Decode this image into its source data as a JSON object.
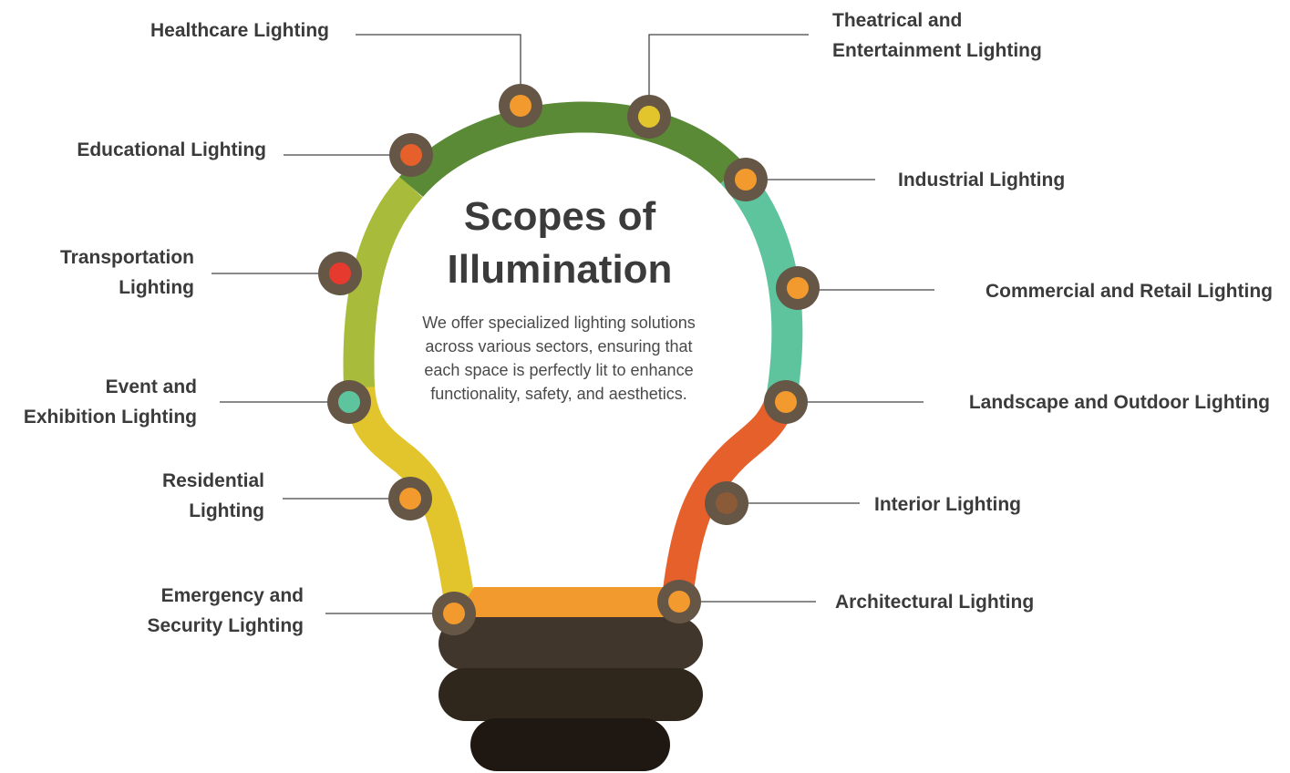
{
  "title": {
    "line1": "Scopes of",
    "line2": "Illumination"
  },
  "description": [
    "We offer specialized lighting solutions",
    "across various sectors, ensuring that",
    "each space is perfectly lit to enhance",
    "functionality, safety, and aesthetics."
  ],
  "sectors": [
    {
      "id": "healthcare",
      "lines": [
        "Healthcare Lighting"
      ],
      "dot_color": "#f29a2e"
    },
    {
      "id": "theatrical",
      "lines": [
        "Theatrical and",
        "Entertainment Lighting"
      ],
      "dot_color": "#e2c52c"
    },
    {
      "id": "educational",
      "lines": [
        "Educational Lighting"
      ],
      "dot_color": "#e5602a"
    },
    {
      "id": "industrial",
      "lines": [
        "Industrial Lighting"
      ],
      "dot_color": "#f29a2e"
    },
    {
      "id": "transportation",
      "lines": [
        "Transportation",
        "Lighting"
      ],
      "dot_color": "#e63a2e"
    },
    {
      "id": "commercial",
      "lines": [
        "Commercial and Retail Lighting"
      ],
      "dot_color": "#f29a2e"
    },
    {
      "id": "event",
      "lines": [
        "Event and",
        "Exhibition Lighting"
      ],
      "dot_color": "#5ec49e"
    },
    {
      "id": "landscape",
      "lines": [
        "Landscape and Outdoor Lighting"
      ],
      "dot_color": "#f29a2e"
    },
    {
      "id": "residential",
      "lines": [
        "Residential",
        "Lighting"
      ],
      "dot_color": "#f29a2e"
    },
    {
      "id": "interior",
      "lines": [
        "Interior Lighting"
      ],
      "dot_color": "#8b5a36"
    },
    {
      "id": "emergency",
      "lines": [
        "Emergency and",
        "Security Lighting"
      ],
      "dot_color": "#f29a2e"
    },
    {
      "id": "architectural",
      "lines": [
        "Architectural Lighting"
      ],
      "dot_color": "#f29a2e"
    }
  ],
  "colors": {
    "bulb_top": "#5a8a36",
    "bulb_left_upper": "#a8bb3a",
    "bulb_left_lower": "#e2c52c",
    "bulb_right_upper": "#5ec49e",
    "bulb_right_lower": "#e5602a",
    "collar": "#f29a2e",
    "base_1": "#40362b",
    "base_2": "#2f261c",
    "base_3": "#1f1711",
    "node_ring": "#665646"
  }
}
